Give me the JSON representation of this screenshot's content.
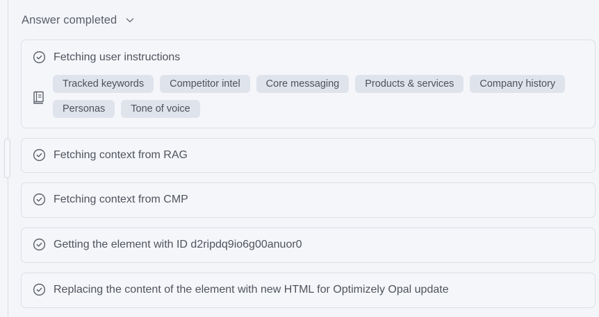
{
  "header": {
    "title": "Answer completed",
    "toggle_icon": "chevron-down-icon"
  },
  "steps": [
    {
      "title": "Fetching user instructions",
      "status": "completed",
      "status_icon": "check-circle-icon",
      "source_icon": "book-icon",
      "chips": [
        "Tracked keywords",
        "Competitor intel",
        "Core messaging",
        "Products & services",
        "Company history",
        "Personas",
        "Tone of voice"
      ]
    },
    {
      "title": "Fetching context from RAG",
      "status": "completed",
      "status_icon": "check-circle-icon"
    },
    {
      "title": "Fetching context from CMP",
      "status": "completed",
      "status_icon": "check-circle-icon"
    },
    {
      "title": "Getting the element with ID d2ripdq9io6g00anuor0",
      "status": "completed",
      "status_icon": "check-circle-icon"
    },
    {
      "title": "Replacing the content of the element with new HTML for Optimizely Opal update",
      "status": "completed",
      "status_icon": "check-circle-icon"
    }
  ],
  "colors": {
    "background": "#f4f5f9",
    "card_border": "#dcdfe5",
    "chip_bg": "#dfe3ec",
    "text": "#4f535c"
  }
}
